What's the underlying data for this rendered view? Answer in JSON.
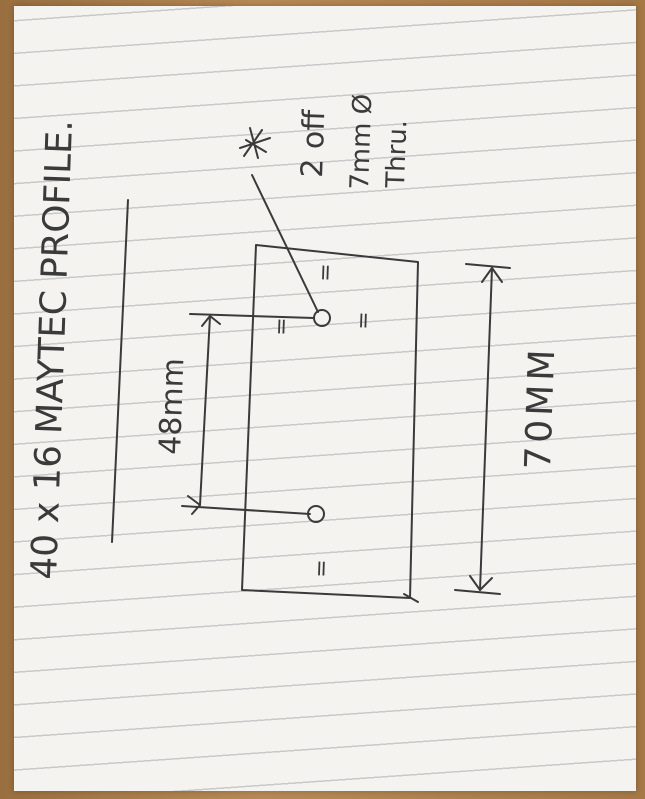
{
  "notes": {
    "title": "40 x 16 MAYTEC PROFILE.",
    "dim_width": "48mm",
    "dim_length": "70MM",
    "hole_qty": "2 off",
    "hole_size": "7mm Ø",
    "hole_through": "Thru.",
    "equal_mark": "="
  },
  "colors": {
    "ink": "#3a3a3a",
    "paper": "#f4f3f0",
    "wood": "#a57846"
  }
}
